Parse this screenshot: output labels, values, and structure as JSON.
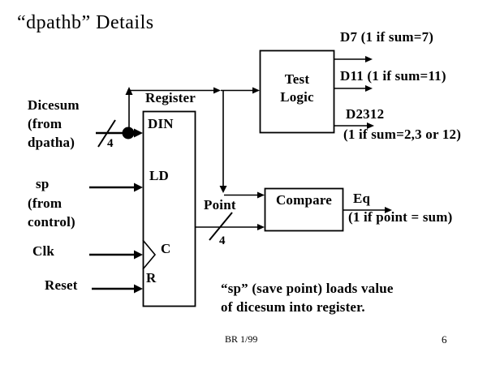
{
  "slide": {
    "title": "“dpathb” Details",
    "footer": "BR 1/99",
    "page_number": "6"
  },
  "inputs": {
    "dicesum_line1": "Dicesum",
    "dicesum_line2": "(from",
    "dicesum_line3": "dpatha)",
    "dicesum_bus_width": "4",
    "sp_line1": "sp",
    "sp_line2": "(from",
    "sp_line3": "control)",
    "clk": "Clk",
    "reset": "Reset"
  },
  "register": {
    "title": "Register",
    "pin_din": "DIN",
    "pin_ld": "LD",
    "pin_c": "C",
    "pin_r": "R"
  },
  "test_logic": {
    "name_line1": "Test",
    "name_line2": "Logic",
    "out_d7": "D7 (1 if sum=7)",
    "out_d11": "D11 (1 if sum=11)",
    "out_d2312_line1": "D2312",
    "out_d2312_line2": "(1 if sum=2,3 or 12)"
  },
  "compare": {
    "label": "Compare",
    "out_line1": "Eq",
    "out_line2": "(1 if point = sum)"
  },
  "point_signal": {
    "label": "Point",
    "bus_width": "4"
  },
  "note": {
    "line1": "“sp” (save point) loads value",
    "line2": "of dicesum into register."
  },
  "colors": {
    "ink": "#000000",
    "background": "#ffffff"
  }
}
